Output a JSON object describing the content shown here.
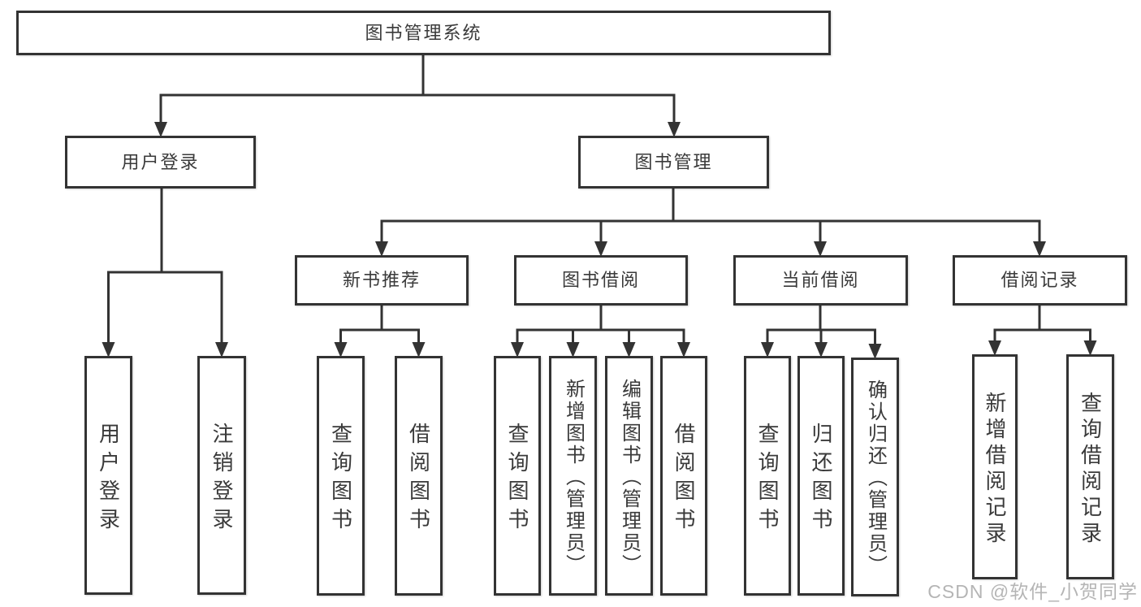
{
  "diagram": {
    "type": "hierarchy-tree",
    "title": "图书管理系统",
    "nodes": {
      "root": "图书管理系统",
      "user_login": "用户登录",
      "book_mgmt": "图书管理",
      "new_book_rec": "新书推荐",
      "book_borrow": "图书借阅",
      "current_borrow": "当前借阅",
      "borrow_records": "借阅记录",
      "login": "用户登录",
      "logout": "注销登录",
      "rec_query_books": "查询图书",
      "rec_borrow_books": "借阅图书",
      "bb_query_books": "查询图书",
      "bb_add_books_admin": "新增图书（管理员）",
      "bb_edit_books_admin": "编辑图书（管理员）",
      "bb_borrow_books": "借阅图书",
      "cb_query_books": "查询图书",
      "cb_return_books": "归还图书",
      "cb_confirm_return_admin": "确认归还（管理员）",
      "br_add_record": "新增借阅记录",
      "br_query_record": "查询借阅记录"
    },
    "structure": {
      "root": [
        "user_login",
        "book_mgmt"
      ],
      "user_login": [
        "login",
        "logout"
      ],
      "book_mgmt": [
        "new_book_rec",
        "book_borrow",
        "current_borrow",
        "borrow_records"
      ],
      "new_book_rec": [
        "rec_query_books",
        "rec_borrow_books"
      ],
      "book_borrow": [
        "bb_query_books",
        "bb_add_books_admin",
        "bb_edit_books_admin",
        "bb_borrow_books"
      ],
      "current_borrow": [
        "cb_query_books",
        "cb_return_books",
        "cb_confirm_return_admin"
      ],
      "borrow_records": [
        "br_add_record",
        "br_query_record"
      ]
    },
    "watermark": "CSDN @软件_小贺同学",
    "colors": {
      "box_border": "#333333",
      "connector_line": "#333333",
      "text": "#3a3a3a",
      "background": "#ffffff",
      "watermark": "#b5b5b5"
    }
  }
}
